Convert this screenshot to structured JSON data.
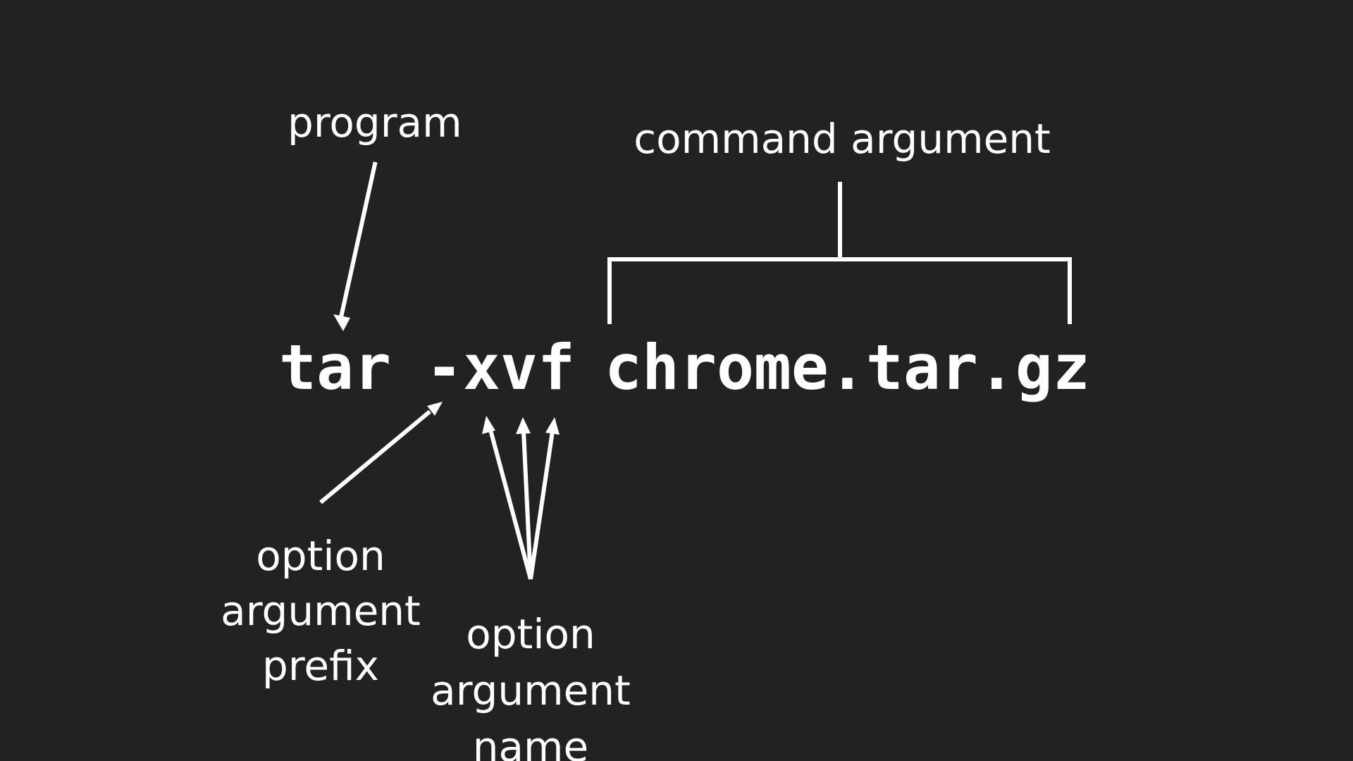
{
  "command": {
    "program": "tar",
    "option": "-xvf",
    "argument": "chrome.tar.gz"
  },
  "labels": {
    "program": "program",
    "command_argument": "command argument",
    "option_prefix": [
      "option",
      "argument",
      "prefix"
    ],
    "option_name": [
      "option",
      "argument",
      "name"
    ]
  },
  "colors": {
    "background": "#222222",
    "foreground": "#ffffff"
  }
}
